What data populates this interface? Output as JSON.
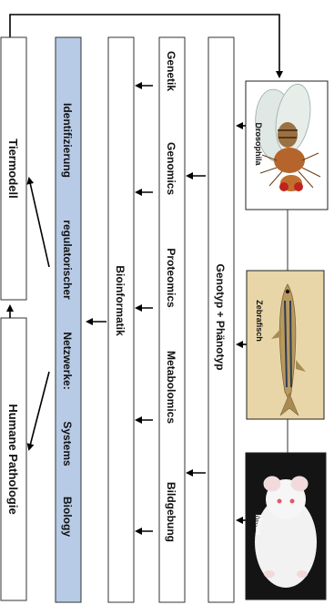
{
  "diagram": {
    "columns": {
      "tiermodell": "Tiermodell",
      "humane_pathologie": "Humane Pathologie",
      "identifizierung": [
        "Identifizierung",
        "regulatorischer",
        "Netzwerke:",
        "Systems",
        "Biology"
      ],
      "bioinformatik": "Bioinformatik",
      "omics": [
        "Genetik",
        "Genomics",
        "Proteomics",
        "Metabolomics",
        "Bildgebung"
      ],
      "genotyp": "Genotyp + Phänotyp"
    },
    "organisms": [
      {
        "label": "Drosophila",
        "icon": "fly-icon"
      },
      {
        "label": "Zebrafisch",
        "icon": "fish-icon"
      },
      {
        "label": "Maus",
        "icon": "mouse-icon"
      }
    ]
  },
  "colors": {
    "highlight_blue": "#b7cbe6",
    "photo_fish_bg": "#e8d6a8",
    "photo_mouse_bg": "#141414"
  }
}
